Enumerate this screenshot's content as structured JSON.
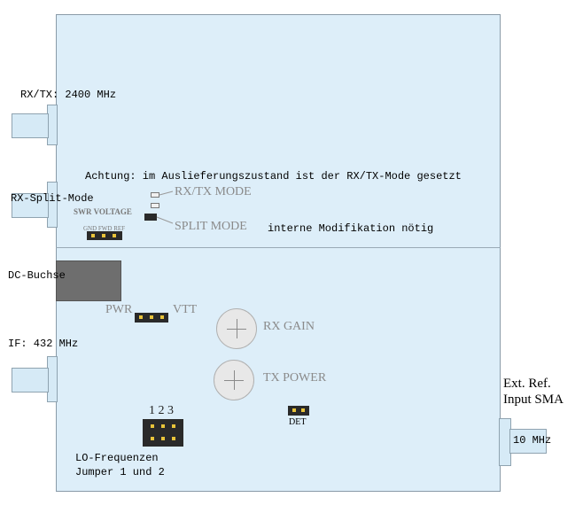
{
  "labels": {
    "rx_tx": "RX/TX: 2400 MHz",
    "rx_split": "RX-Split-Mode",
    "dc_buchse": "DC-Buchse",
    "if": "IF: 432 MHz",
    "achtung": "Achtung: im Auslieferungszustand ist der RX/TX-Mode gesetzt",
    "interne": "interne Modifikation nötig",
    "rx_tx_mode": "RX/TX MODE",
    "split_mode": "SPLIT MODE",
    "swr_voltage": "SWR VOLTAGE",
    "gnd_fwd_ref": "GND FWD REF",
    "pwr": "PWR",
    "vtt": "VTT",
    "rx_gain": "RX  GAIN",
    "tx_power": "TX  POWER",
    "det": "DET",
    "jumper_numbers": "1 2 3",
    "lo_freq_line1": "LO-Frequenzen",
    "lo_freq_line2": "Jumper 1 und 2",
    "ext_ref_line1": "Ext. Ref.",
    "ext_ref_line2": "Input SMA",
    "ten_mhz": "10 MHz"
  },
  "colors": {
    "board": "#ddeef9",
    "connector": "#d6eaf6",
    "dc_jack": "#6e6e6e",
    "header": "#2a2a2a",
    "pin": "#e8c33a",
    "grey_text": "#8a8a8a"
  }
}
